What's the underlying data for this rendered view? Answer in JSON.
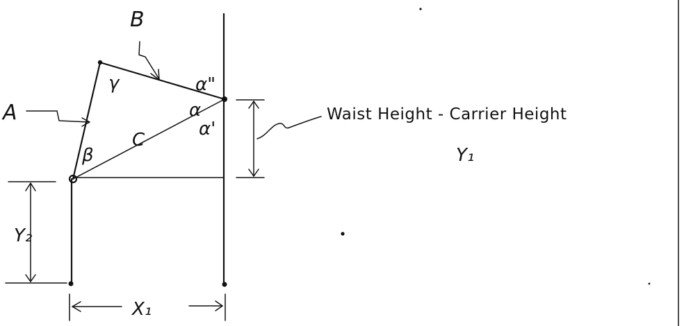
{
  "labels": {
    "a": "A",
    "b": "B",
    "c": "C",
    "alpha": "α",
    "alpha_prime": "α'",
    "alpha_double_prime": "α\"",
    "beta": "β",
    "gamma": "γ",
    "y1": "Y₁",
    "y2": "Y₂",
    "x1": "X₁"
  },
  "annotation": {
    "waist_height_text": "Waist Height - Carrier Height"
  },
  "colors": {
    "ink": "#111111",
    "background": "#ffffff"
  }
}
